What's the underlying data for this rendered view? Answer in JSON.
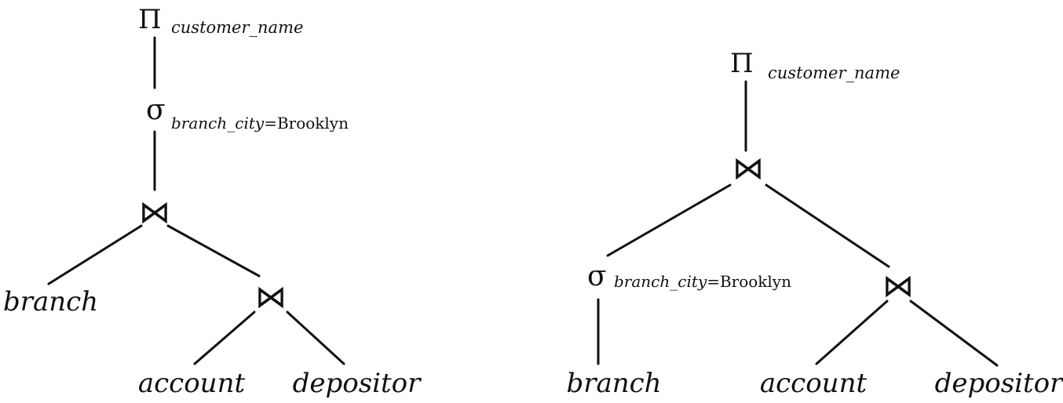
{
  "trees": [
    {
      "project": {
        "symbol": "Π",
        "attribute": "customer_name"
      },
      "select": {
        "symbol": "σ",
        "attribute": "branch_city",
        "condition": "=Brooklyn"
      },
      "join_top": {
        "symbol": "⋈"
      },
      "join_inner": {
        "symbol": "⋈"
      },
      "relations": {
        "branch": "branch",
        "account": "account",
        "depositor": "depositor"
      }
    },
    {
      "project": {
        "symbol": "Π",
        "attribute": "customer_name"
      },
      "join_top": {
        "symbol": "⋈"
      },
      "select": {
        "symbol": "σ",
        "attribute": "branch_city",
        "condition": "=Brooklyn"
      },
      "join_inner": {
        "symbol": "⋈"
      },
      "relations": {
        "branch": "branch",
        "account": "account",
        "depositor": "depositor"
      }
    }
  ]
}
